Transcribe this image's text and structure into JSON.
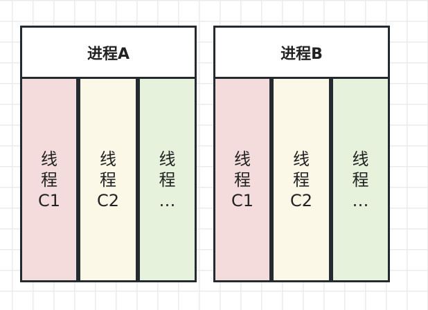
{
  "processes": [
    {
      "title": "进程A",
      "threads": [
        {
          "label": "线程C1",
          "color": "#f5dcdc"
        },
        {
          "label": "线程C2",
          "color": "#fcf8e8"
        },
        {
          "label": "线程…",
          "color": "#e6f2dc"
        }
      ]
    },
    {
      "title": "进程B",
      "threads": [
        {
          "label": "线程C1",
          "color": "#f5dcdc"
        },
        {
          "label": "线程C2",
          "color": "#fcf8e8"
        },
        {
          "label": "线程…",
          "color": "#e6f2dc"
        }
      ]
    }
  ]
}
